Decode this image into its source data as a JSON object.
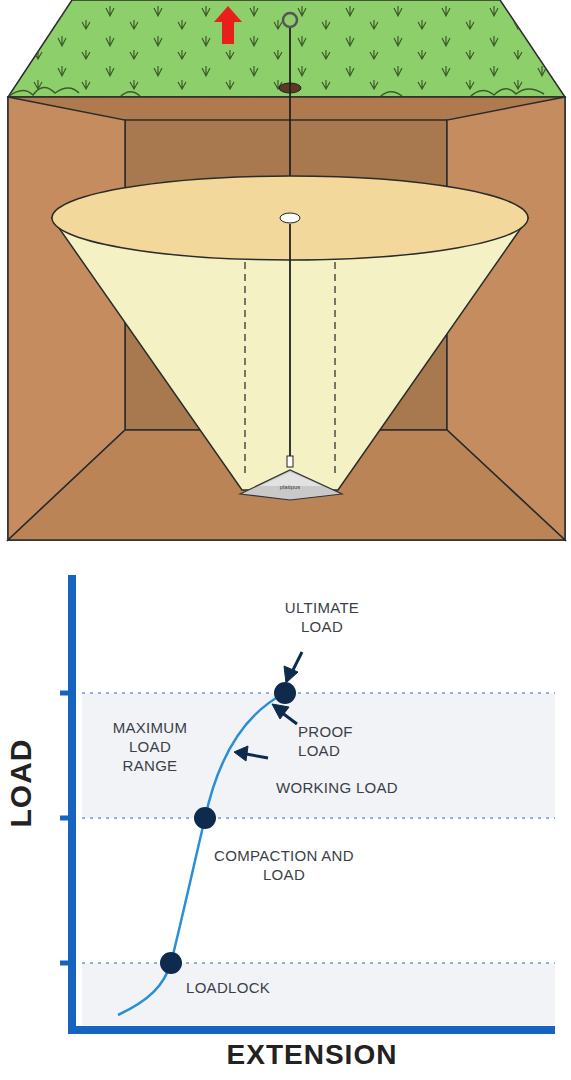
{
  "diagram": {
    "labels": [
      "platipus",
      "ULTIMATE LOAD",
      "MAXIMUM LOAD RANGE",
      "PROOF LOAD",
      "WORKING LOAD",
      "COMPACTION AND LOAD",
      "LOADLOCK",
      "LOAD",
      "EXTENSION"
    ]
  }
}
